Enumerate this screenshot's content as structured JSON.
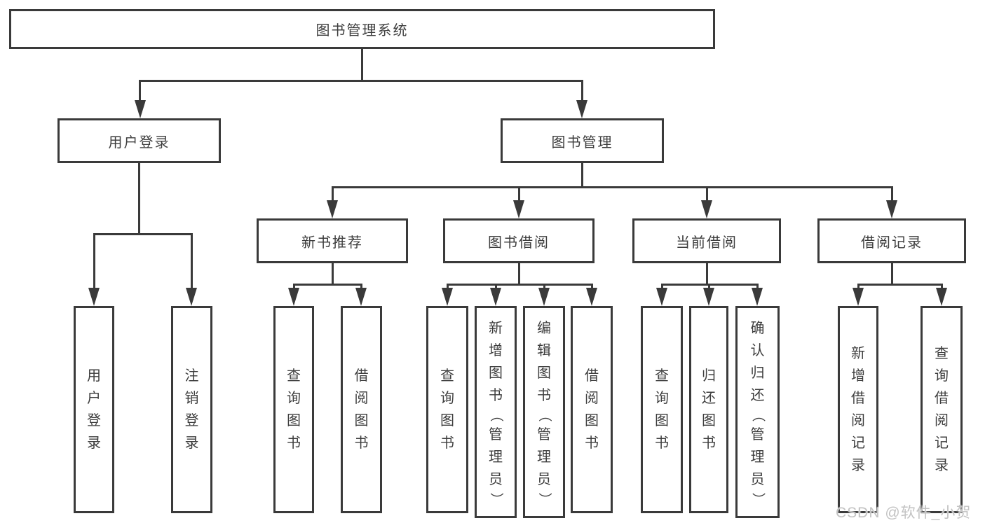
{
  "diagram": {
    "root": "图书管理系统",
    "level1": [
      {
        "label": "用户登录"
      },
      {
        "label": "图书管理"
      }
    ],
    "level2": [
      {
        "label": "新书推荐"
      },
      {
        "label": "图书借阅"
      },
      {
        "label": "当前借阅"
      },
      {
        "label": "借阅记录"
      }
    ],
    "leaves": {
      "user": [
        "用户登录",
        "注销登录"
      ],
      "newbook": [
        "查询图书",
        "借阅图书"
      ],
      "borrow": [
        "查询图书",
        "新增图书（管理员）",
        "编辑图书（管理员）",
        "借阅图书"
      ],
      "current": [
        "查询图书",
        "归还图书",
        "确认归还（管理员）"
      ],
      "records": [
        "新增借阅记录",
        "查询借阅记录"
      ]
    },
    "watermark": "CSDN @软件_小贺同学",
    "colors": {
      "line": "#3a3a3a",
      "text": "#3d3d3d",
      "watermark": "#c2c2c2",
      "background": "#ffffff"
    }
  }
}
